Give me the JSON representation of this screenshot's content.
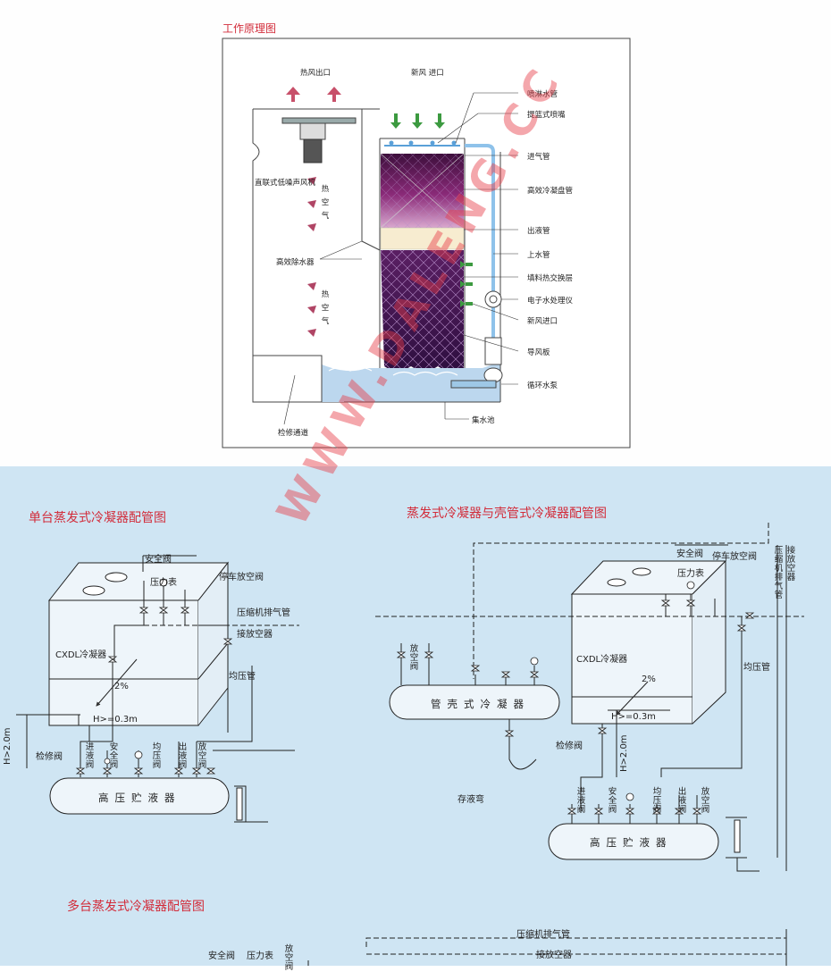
{
  "sections": {
    "working_principle": "工作原理图",
    "single_condenser": "单台蒸发式冷凝器配管图",
    "shell_tube": "蒸发式冷凝器与壳管式冷凝器配管图",
    "multi_condenser": "多台蒸发式冷凝器配管图"
  },
  "principle": {
    "hot_air_outlet": "热风出口",
    "fresh_air_inlet": "新风 进口",
    "fan": "直联式低噪声风机",
    "drift_eliminator": "高效除水器",
    "hot_air_1": "热空气",
    "hot_air_2": "热空气",
    "access_channel": "检修通道",
    "basin": "集水池",
    "right_labels": [
      "喷淋水管",
      "提篮式喷嘴",
      "进气管",
      "高效冷凝盘管",
      "出液管",
      "上水管",
      "填料热交换层",
      "电子水处理仪",
      "新风进口",
      "导风板",
      "循环水泵"
    ]
  },
  "single": {
    "safety_valve": "安全阀",
    "pressure_gauge": "压力表",
    "stop_vent": "停车放空阀",
    "discharge": "压缩机排气管",
    "to_purger": "接放空器",
    "condenser": "CXDL冷凝器",
    "slope": "2%",
    "equalizer": "均压管",
    "height1": "H>=0.3m",
    "height2": "H>2.0m",
    "service_valve": "检修阀",
    "v_inlet": "进液阀",
    "v_safety": "安全阀",
    "v_equal": "均压阀",
    "v_outlet": "出液阀",
    "v_drain": "放空阀",
    "receiver": "高压贮液器"
  },
  "shell": {
    "safety_valve": "安全阀",
    "stop_vent": "停车放空阀",
    "pressure_gauge": "压力表",
    "discharge": "压缩机排气管",
    "to_purger": "接放空器",
    "condenser": "CXDL冷凝器",
    "slope": "2%",
    "equalizer": "均压管",
    "drain_valve": "放空阀",
    "shell_tube": "管壳式冷凝器",
    "height1": "H>=0.3m",
    "height2": "H>2.0m",
    "service_valve": "检修阀",
    "trap": "存液弯",
    "v_inlet": "进液阀",
    "v_safety": "安全阀",
    "v_equal": "均压阀",
    "v_outlet": "出液阀",
    "v_drain": "放空阀",
    "receiver": "高压贮液器"
  },
  "multi": {
    "safety_valve": "安全阀",
    "pressure_gauge": "压力表",
    "drain_valve": "放空阀",
    "discharge": "压缩机排气管",
    "to_purger": "接放空器"
  },
  "watermark": "WWW.DALENG.CC"
}
